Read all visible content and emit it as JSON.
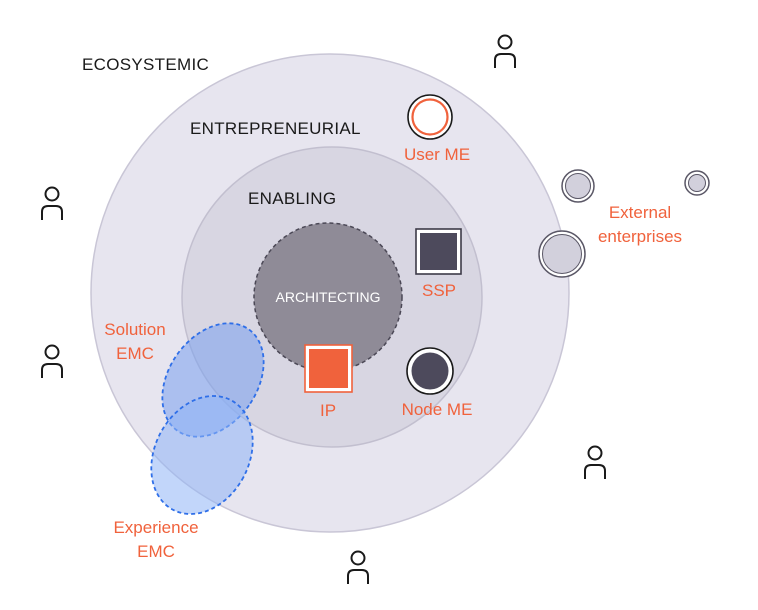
{
  "diagram": {
    "layers": {
      "ecosystemic": "ECOSYSTEMIC",
      "entrepreneurial": "ENTREPRENEURIAL",
      "enabling": "ENABLING",
      "architecting": "ARCHITECTING"
    },
    "nodes": {
      "user_me": "User ME",
      "ssp": "SSP",
      "node_me": "Node ME",
      "ip": "IP"
    },
    "external": {
      "line1": "External",
      "line2": "enterprises"
    },
    "emc": {
      "solution_line1": "Solution",
      "solution_line2": "EMC",
      "experience_line1": "Experience",
      "experience_line2": "EMC"
    }
  },
  "icons": {
    "person": "person-icon"
  },
  "colors": {
    "accent": "#f0623c",
    "ecosystemic_fill": "#e7e5ef",
    "entrepreneurial_fill": "#d8d6e2",
    "architecting_fill": "#8f8b97",
    "dark_node": "#4d4a5c",
    "emc_blue": "#2f6fe8"
  }
}
